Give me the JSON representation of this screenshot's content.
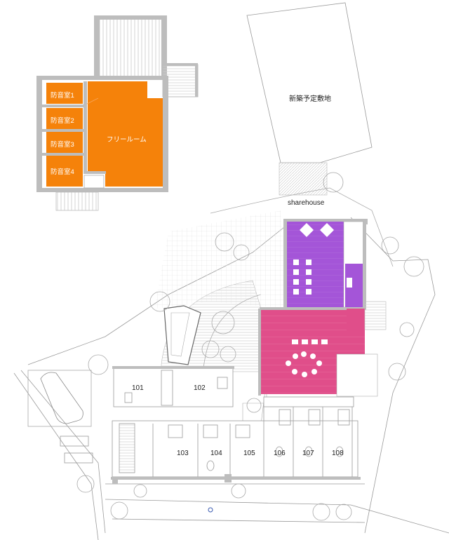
{
  "plan": {
    "upper_floor": {
      "soundproof_rooms": [
        "防音室1",
        "防音室2",
        "防音室3",
        "防音室4"
      ],
      "free_room": "フリールーム"
    },
    "site_label": "新築予定敷地",
    "sharehouse_label": "sharehouse",
    "units": [
      "101",
      "102",
      "103",
      "104",
      "105",
      "106",
      "107",
      "108"
    ]
  },
  "colors": {
    "orange": "#f5820a",
    "purple": "#a455d8",
    "magenta": "#e04e8a",
    "wall": "#bdbdbd",
    "line": "#9a9a9a",
    "tree": "#b8b8b8"
  }
}
